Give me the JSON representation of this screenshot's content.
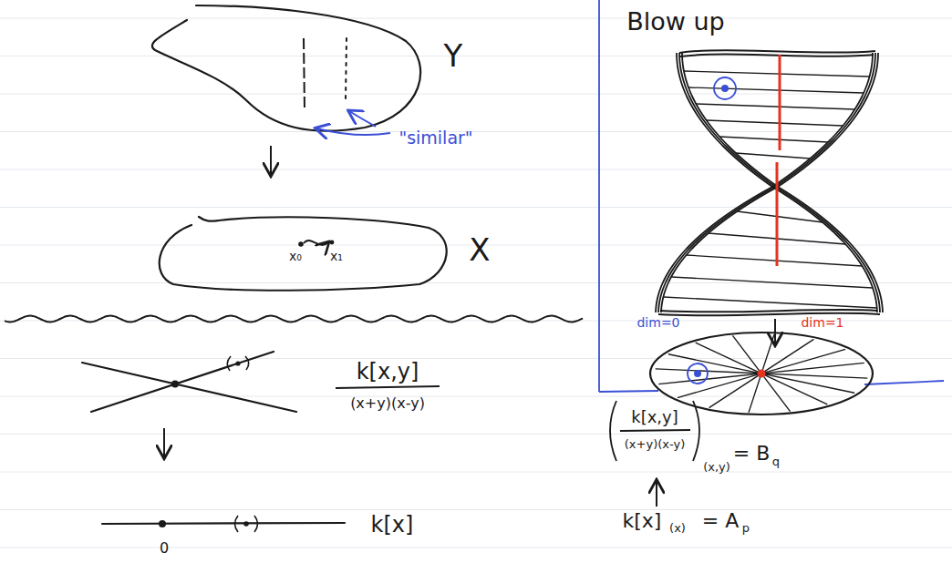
{
  "diagram": {
    "labels": [
      "Y",
      "\"similar\"",
      "x₀",
      "x₁",
      "X",
      "Blow up",
      "dim=0",
      "dim=1",
      "k[x,y]",
      "(x+y)(x-y)",
      "k[x]",
      "0",
      "k[x,y]",
      "(x+y)(x-y)",
      "(x,y)",
      "= B",
      "q",
      "k[x]",
      "(x)",
      "= A",
      "p"
    ]
  }
}
